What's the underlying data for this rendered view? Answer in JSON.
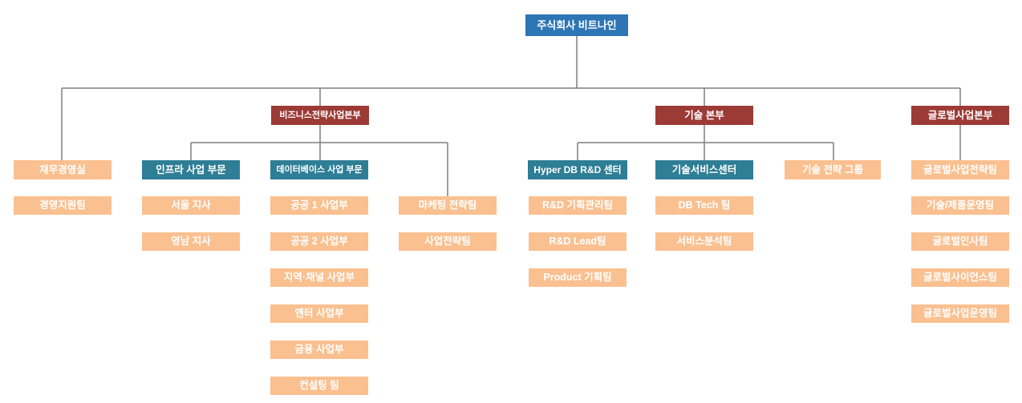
{
  "company": {
    "name": "주식회사 비트나인"
  },
  "management": {
    "office": "재무경영실",
    "support_team": "경영지원팀"
  },
  "business_strategy_division": {
    "name": "비즈니스전략사업본부",
    "infra_unit": {
      "name": "인프라 사업 부문",
      "teams": [
        "서울 지사",
        "영남 지사"
      ]
    },
    "database_unit": {
      "name": "데이터베이스 사업 부문",
      "teams": [
        "공공 1 사업부",
        "공공 2 사업부",
        "지역·채널 사업부",
        "엔터 사업부",
        "금융 사업부",
        "컨설팅 팀"
      ]
    },
    "strategy_teams": [
      "마케팅 전략팀",
      "사업전략팀"
    ]
  },
  "technology_division": {
    "name": "기술 본부",
    "rnd_center": {
      "name": "Hyper DB R&D 센터",
      "teams": [
        "R&D 기획관리팀",
        "R&D Lead팀",
        "Product 기획팀"
      ]
    },
    "tech_service_center": {
      "name": "기술서비스센터",
      "teams": [
        "DB Tech 팀",
        "서비스분석팀"
      ]
    },
    "tech_strategy_group": {
      "name": "기술 전략 그룹"
    }
  },
  "global_division": {
    "name": "글로벌사업본부",
    "teams": [
      "글로벌사업전략팀",
      "기술/제품운영팀",
      "글로벌인사팀",
      "글로벌사이언스팀",
      "글로벌사업운영팀"
    ]
  },
  "colors": {
    "company_box": "#2E75B6",
    "division_box": "#9C3A35",
    "unit_box": "#2E7E95",
    "team_box": "#FAC090",
    "connector": "#7F7F7F",
    "text": "#FFFFFF"
  }
}
